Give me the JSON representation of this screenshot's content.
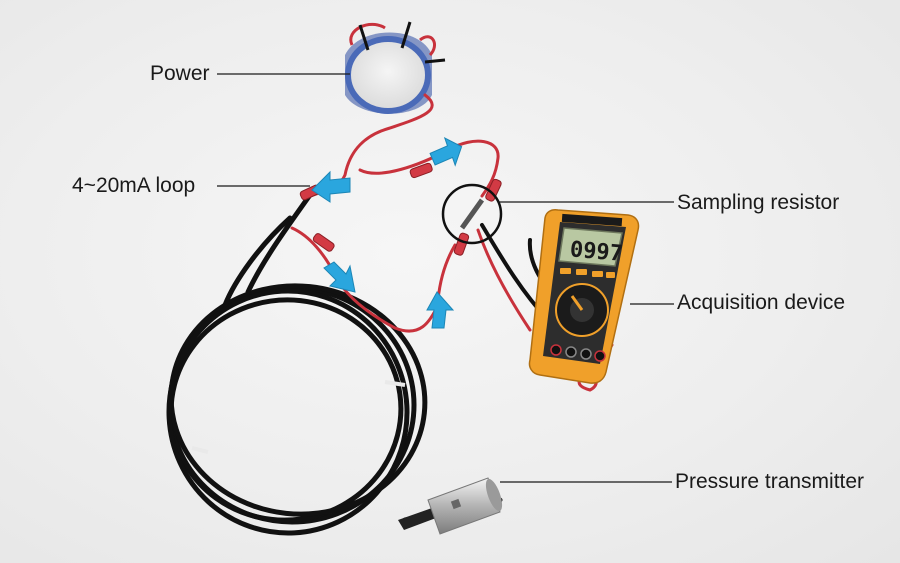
{
  "labels": {
    "power": "Power",
    "loop": "4~20mA loop",
    "sampling_resistor": "Sampling resistor",
    "acquisition_device": "Acquisition device",
    "pressure_transmitter": "Pressure transmitter"
  },
  "meter": {
    "reading": "0997"
  },
  "colors": {
    "cable": "#111111",
    "red_wire": "#c8323c",
    "arrow": "#2aa6de",
    "meter_body": "#f0a02a",
    "lcd": "#b9c8a2",
    "leader_line": "#1a1a1a"
  }
}
